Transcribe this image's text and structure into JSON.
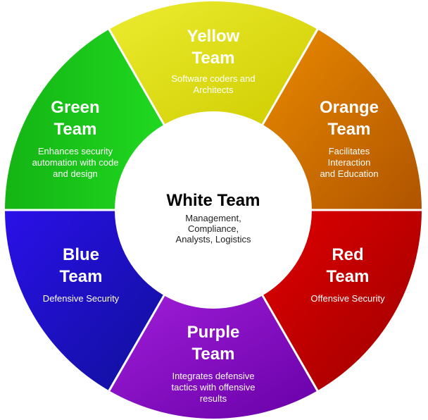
{
  "center": {
    "title": "White Team",
    "description": "Management,\nCompliance,\nAnalysts, Logistics",
    "color": "#ffffff"
  },
  "segments": [
    {
      "id": "yellow",
      "title": "Yellow\nTeam",
      "description": "Software coders and\nArchitects",
      "colors": [
        "#ecec30",
        "#cfcc00"
      ]
    },
    {
      "id": "orange",
      "title": "Orange\nTeam",
      "description": "Facilitates Interaction\nand Education",
      "colors": [
        "#ea8a00",
        "#b05400"
      ]
    },
    {
      "id": "red",
      "title": "Red\nTeam",
      "description": "Offensive Security",
      "colors": [
        "#e00000",
        "#9c0000"
      ]
    },
    {
      "id": "purple",
      "title": "Purple\nTeam",
      "description": "Integrates defensive\ntactics with offensive\nresults",
      "colors": [
        "#a01ed8",
        "#6800a8"
      ]
    },
    {
      "id": "blue",
      "title": "Blue\nTeam",
      "description": "Defensive Security",
      "colors": [
        "#2a10e8",
        "#10109a"
      ]
    },
    {
      "id": "green",
      "title": "Green\nTeam",
      "description": "Enhances security\nautomation with code\nand design",
      "colors": [
        "#14b414",
        "#20d820"
      ]
    }
  ]
}
